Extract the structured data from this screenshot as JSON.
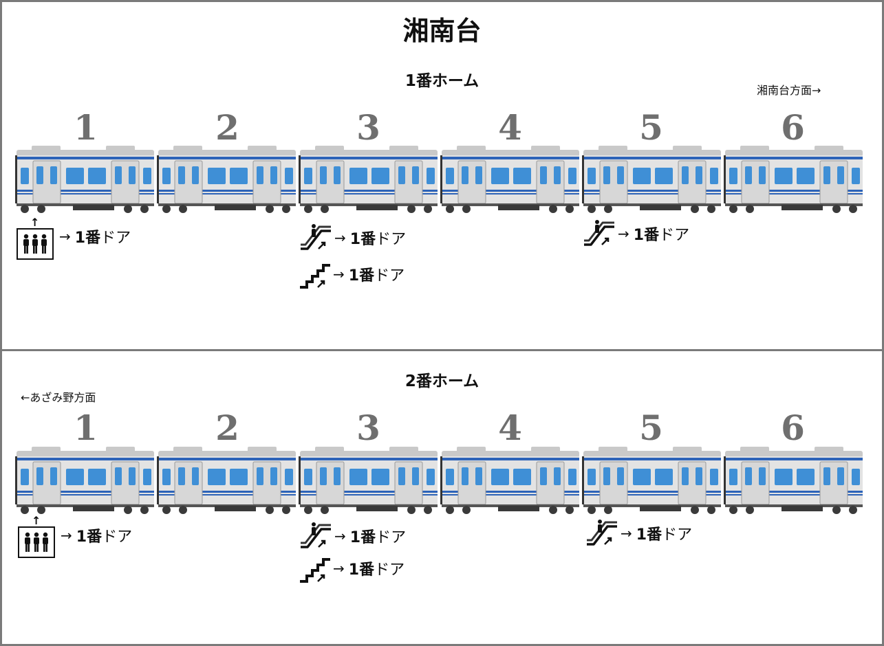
{
  "station": "湘南台",
  "platforms": [
    {
      "title": "1番ホーム",
      "direction": "湘南台方面→",
      "car_numbers": [
        "1",
        "2",
        "3",
        "4",
        "5",
        "6"
      ],
      "facilities": [
        {
          "type": "elevator",
          "arrow": "→",
          "door_num": "1番",
          "door_word": "ドア"
        },
        {
          "type": "escalator",
          "arrow": "→",
          "door_num": "1番",
          "door_word": "ドア"
        },
        {
          "type": "stairs",
          "arrow": "→",
          "door_num": "1番",
          "door_word": "ドア"
        },
        {
          "type": "escalator",
          "arrow": "→",
          "door_num": "1番",
          "door_word": "ドア"
        }
      ]
    },
    {
      "title": "2番ホーム",
      "direction": "←あざみ野方面",
      "car_numbers": [
        "1",
        "2",
        "3",
        "4",
        "5",
        "6"
      ],
      "facilities": [
        {
          "type": "elevator",
          "arrow": "→",
          "door_num": "1番",
          "door_word": "ドア"
        },
        {
          "type": "escalator",
          "arrow": "→",
          "door_num": "1番",
          "door_word": "ドア"
        },
        {
          "type": "stairs",
          "arrow": "→",
          "door_num": "1番",
          "door_word": "ドア"
        },
        {
          "type": "escalator",
          "arrow": "→",
          "door_num": "1番",
          "door_word": "ドア"
        }
      ]
    }
  ],
  "colors": {
    "body": "#e3e3e3",
    "roof": "#c9c9c9",
    "stripe": "#2d63b8",
    "window": "#3f8fd6",
    "undercarriage": "#3a3a3a",
    "border": "#7a7a7a",
    "numeral": "#6f6f6f"
  }
}
